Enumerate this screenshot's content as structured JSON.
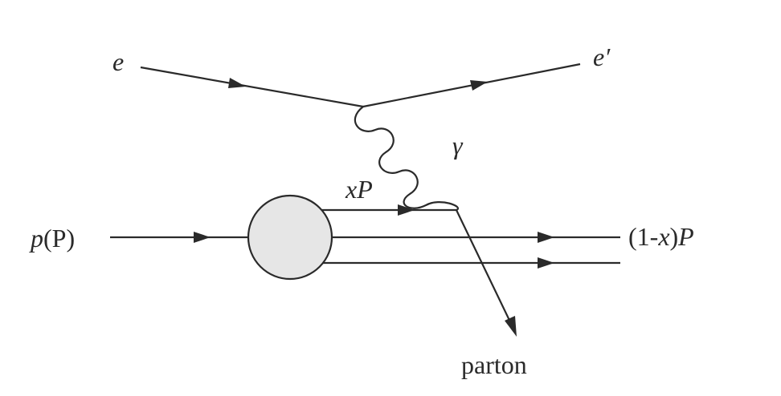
{
  "labels": {
    "electron_in": "e",
    "electron_out": "e′",
    "photon": "γ",
    "struck_momentum": "xP",
    "proton_symbol": "p",
    "proton_momentum": "(P)",
    "remnant_prefix": "(1-",
    "remnant_x": "x",
    "remnant_suffix": ")",
    "remnant_P": "P",
    "parton": "parton"
  },
  "colors": {
    "line": "#2a2a2a",
    "blob_fill": "#e6e6e6",
    "background": "#ffffff"
  }
}
